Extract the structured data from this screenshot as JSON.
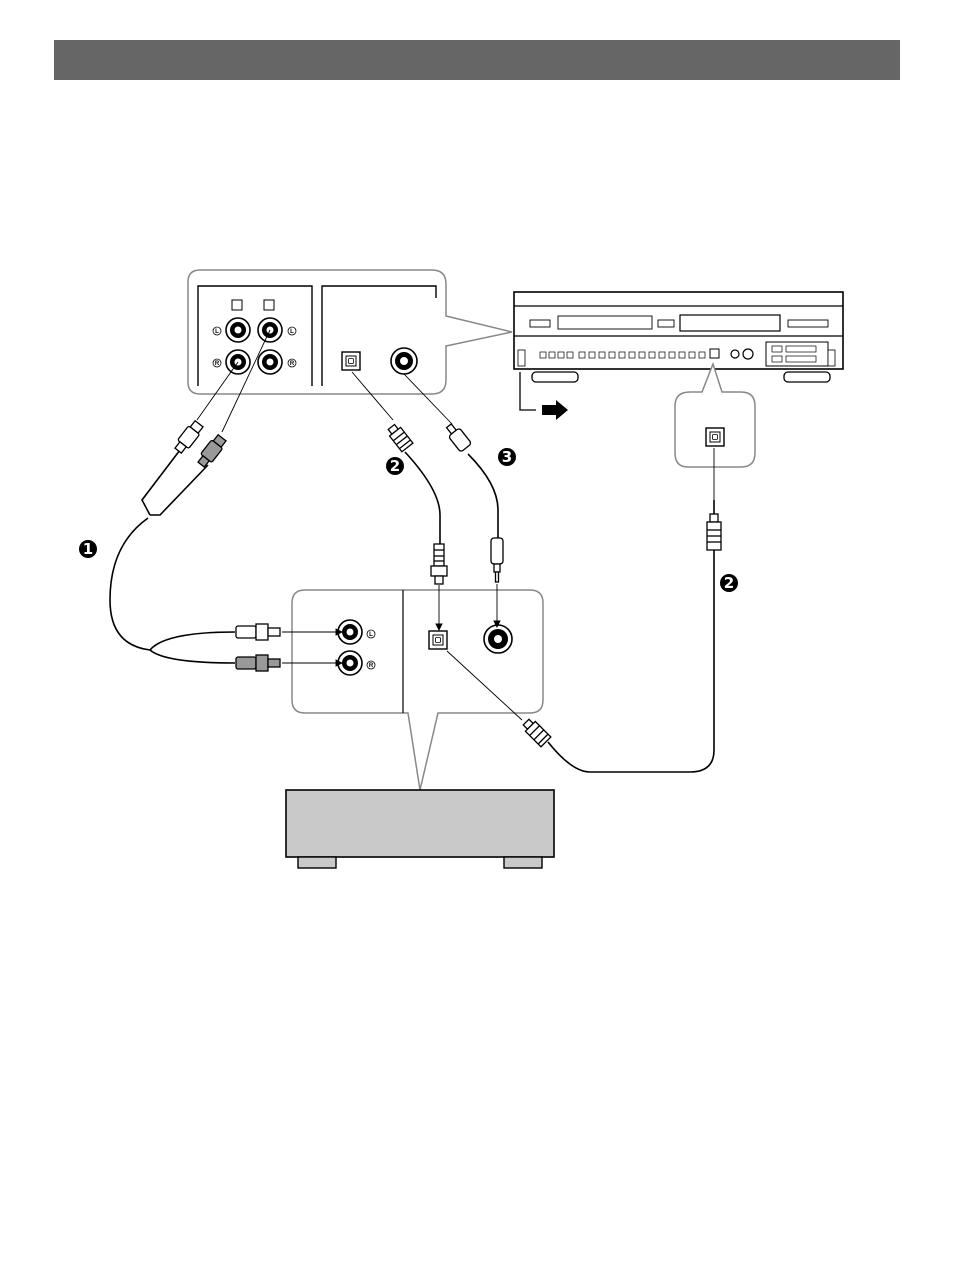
{
  "header": {
    "bar_color": "#666666"
  },
  "steps": {
    "audio_cable": "1",
    "optical_cable_top": "2",
    "coaxial_cable": "3",
    "optical_cable_right": "2"
  },
  "channels": {
    "left": "L",
    "right": "R"
  },
  "colors": {
    "line": "#000000",
    "panel_fill": "#ffffff",
    "receiver_fill": "#c9c9c9",
    "plug_gray": "#999999"
  }
}
